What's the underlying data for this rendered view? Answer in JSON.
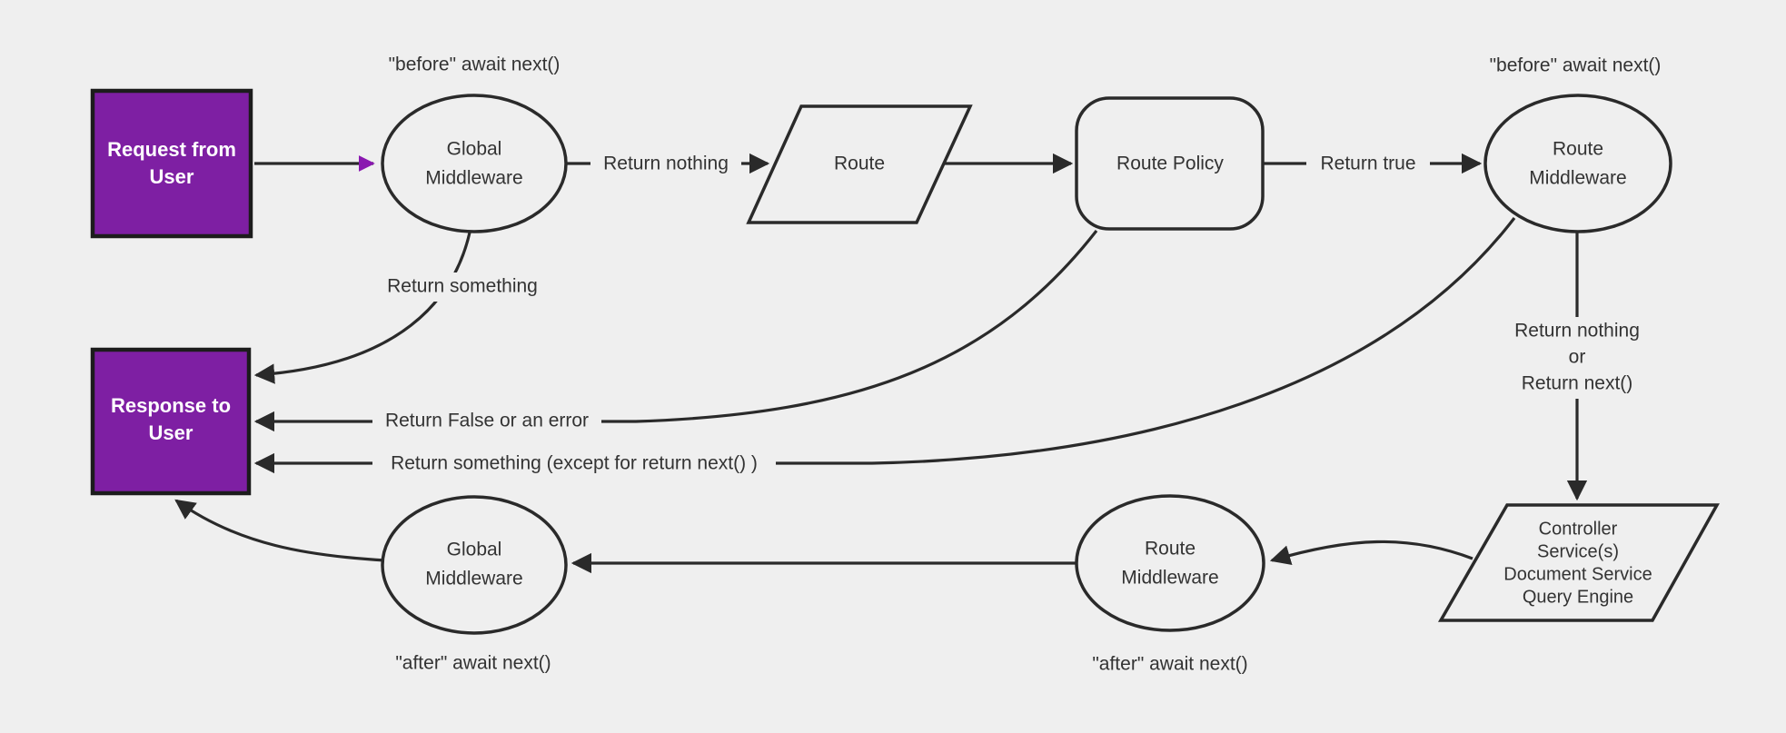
{
  "colors": {
    "background": "#efefef",
    "shape_fill": "#efefef",
    "stroke": "#2a2a2a",
    "purple_fill": "#7e1fa3",
    "purple_arrow": "#8a18b0",
    "dark_border": "#1c1c1c",
    "text_dark": "#333333",
    "text_light": "#ffffff"
  },
  "nodes": {
    "request": {
      "lines": [
        "Request from",
        "User"
      ]
    },
    "global_mw_top": {
      "lines": [
        "Global",
        "Middleware"
      ]
    },
    "route": {
      "label": "Route"
    },
    "route_policy": {
      "label": "Route Policy"
    },
    "route_mw_top": {
      "lines": [
        "Route",
        "Middleware"
      ]
    },
    "controller": {
      "lines": [
        "Controller",
        "Service(s)",
        "Document Service",
        "Query Engine"
      ]
    },
    "route_mw_bottom": {
      "lines": [
        "Route",
        "Middleware"
      ]
    },
    "global_mw_bottom": {
      "lines": [
        "Global",
        "Middleware"
      ]
    },
    "response": {
      "lines": [
        "Response to",
        "User"
      ]
    }
  },
  "annotations": {
    "before_next_left": "\"before\" await next()",
    "before_next_right": "\"before\" await next()",
    "after_next_left": "\"after\" await next()",
    "after_next_right": "\"after\" await next()"
  },
  "edge_labels": {
    "return_nothing": "Return nothing",
    "return_true": "Return true",
    "return_something": "Return something",
    "return_false_error": "Return False or an error",
    "return_something_except": "Return something (except for return next() )",
    "return_stack": [
      "Return nothing",
      "or",
      "Return next()"
    ]
  }
}
